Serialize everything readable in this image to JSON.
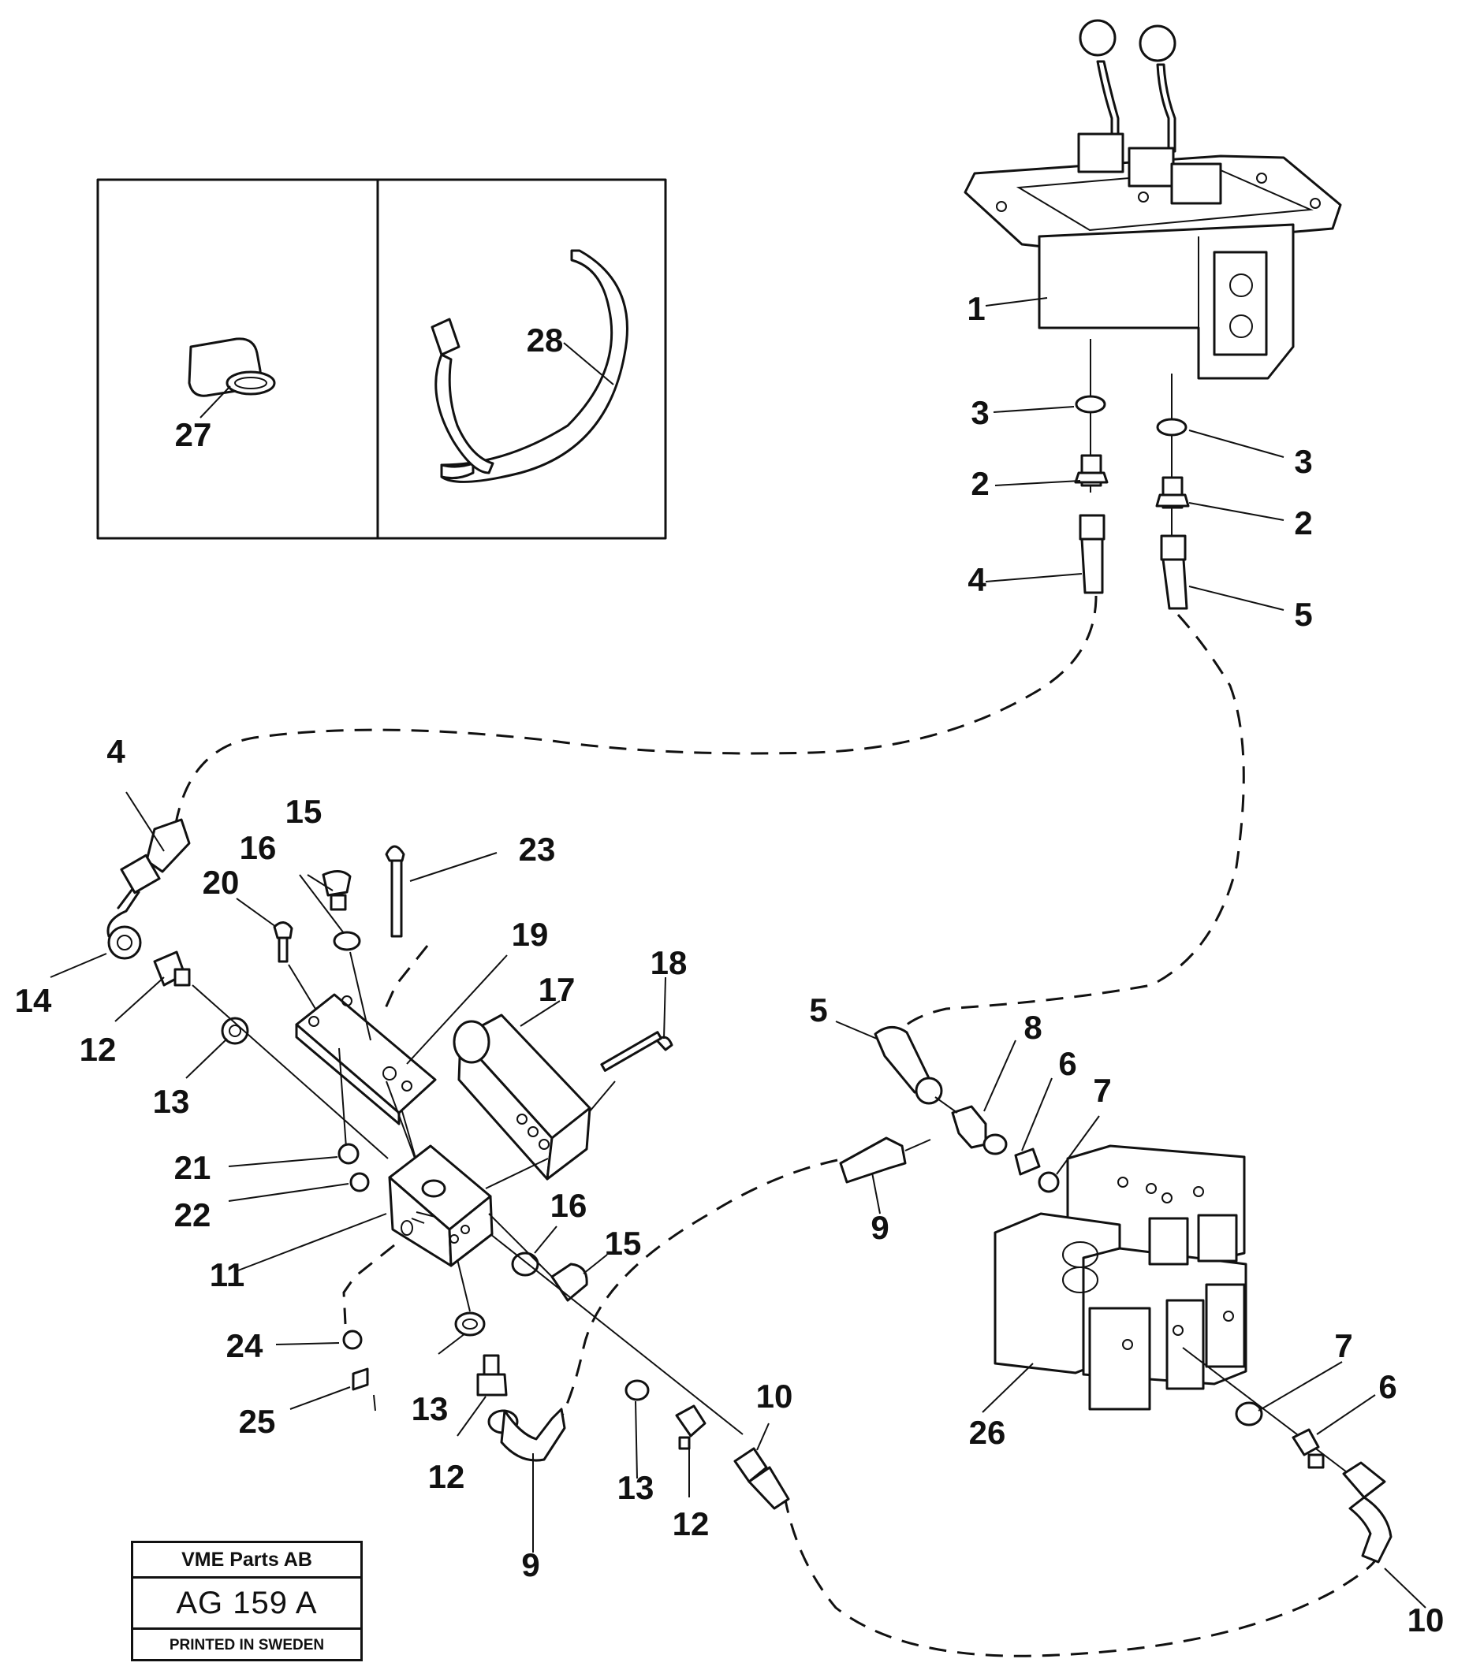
{
  "callouts": [
    {
      "id": "c1",
      "text": "1"
    },
    {
      "id": "c2a",
      "text": "2"
    },
    {
      "id": "c2b",
      "text": "2"
    },
    {
      "id": "c3a",
      "text": "3"
    },
    {
      "id": "c3b",
      "text": "3"
    },
    {
      "id": "c4a",
      "text": "4"
    },
    {
      "id": "c4b",
      "text": "4"
    },
    {
      "id": "c5a",
      "text": "5"
    },
    {
      "id": "c5b",
      "text": "5"
    },
    {
      "id": "c6a",
      "text": "6"
    },
    {
      "id": "c6b",
      "text": "6"
    },
    {
      "id": "c7a",
      "text": "7"
    },
    {
      "id": "c7b",
      "text": "7"
    },
    {
      "id": "c8",
      "text": "8"
    },
    {
      "id": "c9a",
      "text": "9"
    },
    {
      "id": "c9b",
      "text": "9"
    },
    {
      "id": "c10a",
      "text": "10"
    },
    {
      "id": "c10b",
      "text": "10"
    },
    {
      "id": "c11",
      "text": "11"
    },
    {
      "id": "c12a",
      "text": "12"
    },
    {
      "id": "c12b",
      "text": "12"
    },
    {
      "id": "c12c",
      "text": "12"
    },
    {
      "id": "c13a",
      "text": "13"
    },
    {
      "id": "c13b",
      "text": "13"
    },
    {
      "id": "c13c",
      "text": "13"
    },
    {
      "id": "c14",
      "text": "14"
    },
    {
      "id": "c15a",
      "text": "15"
    },
    {
      "id": "c15b",
      "text": "15"
    },
    {
      "id": "c16a",
      "text": "16"
    },
    {
      "id": "c16b",
      "text": "16"
    },
    {
      "id": "c17",
      "text": "17"
    },
    {
      "id": "c18",
      "text": "18"
    },
    {
      "id": "c19",
      "text": "19"
    },
    {
      "id": "c20",
      "text": "20"
    },
    {
      "id": "c21",
      "text": "21"
    },
    {
      "id": "c22",
      "text": "22"
    },
    {
      "id": "c23",
      "text": "23"
    },
    {
      "id": "c24",
      "text": "24"
    },
    {
      "id": "c25",
      "text": "25"
    },
    {
      "id": "c26",
      "text": "26"
    },
    {
      "id": "c27",
      "text": "27"
    },
    {
      "id": "c28",
      "text": "28"
    }
  ],
  "stamp": {
    "company": "VME Parts AB",
    "code": "AG 159 A",
    "printed": "PRINTED IN SWEDEN"
  }
}
